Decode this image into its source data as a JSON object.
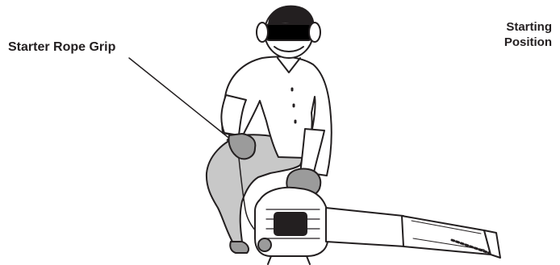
{
  "callout": {
    "label": "Starter Rope Grip"
  },
  "position_title": {
    "line1": "Starting",
    "line2": "Position"
  },
  "colors": {
    "ink": "#231f20",
    "visor": "#000000",
    "glove_fill": "#9b9b9b",
    "pants_fill": "#c8c8c8",
    "shirt_fill": "#ffffff"
  }
}
